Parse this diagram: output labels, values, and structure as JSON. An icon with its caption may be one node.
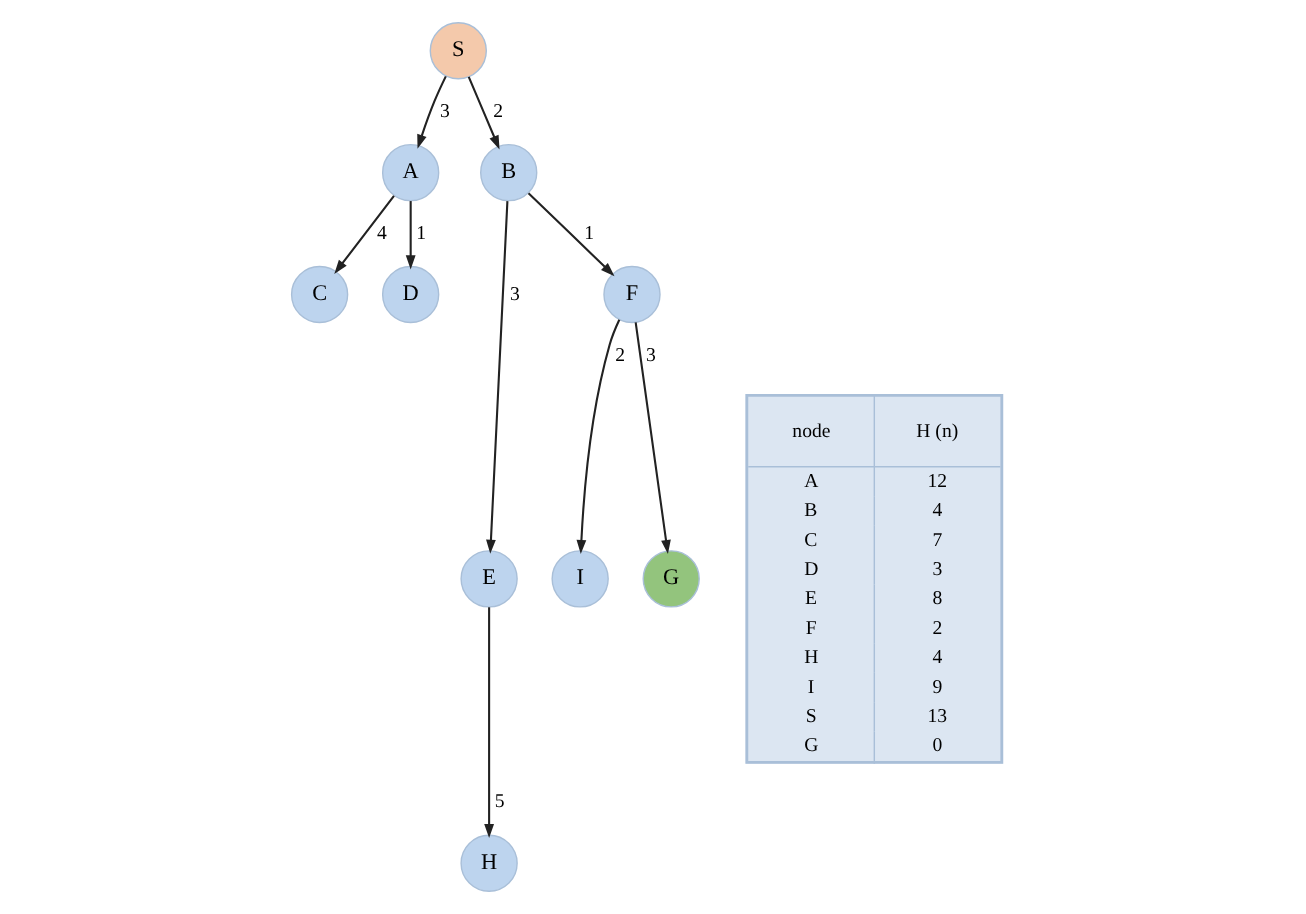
{
  "diagram": {
    "nodes": [
      {
        "text": [
          "S"
        ]
      },
      {
        "text": [
          "A"
        ]
      },
      {
        "text": [
          "B"
        ]
      },
      {
        "text": [
          "C"
        ]
      },
      {
        "text": [
          "D"
        ]
      },
      {
        "text": [
          "E"
        ]
      },
      {
        "text": [
          "F"
        ]
      },
      {
        "text": [
          "H"
        ]
      },
      {
        "text": [
          "I"
        ]
      },
      {
        "text": [
          "G"
        ]
      }
    ],
    "edges": [
      {
        "from": 0,
        "to": 1,
        "arrow": "to",
        "label": "3"
      },
      {
        "from": 0,
        "to": 2,
        "arrow": "to",
        "label": "2"
      },
      {
        "from": 1,
        "to": 3,
        "arrow": "to",
        "label": "4"
      },
      {
        "from": 1,
        "to": 4,
        "arrow": "to",
        "label": "1"
      },
      {
        "from": 2,
        "to": 5,
        "arrow": "to",
        "label": "3"
      },
      {
        "from": 2,
        "to": 6,
        "arrow": "to",
        "label": "1"
      },
      {
        "from": 5,
        "to": 7,
        "arrow": "to",
        "label": "5"
      },
      {
        "from": 6,
        "to": 8,
        "arrow": "to",
        "label": "2"
      },
      {
        "from": 6,
        "to": 9,
        "arrow": "to",
        "label": "3"
      }
    ],
    "labels": [
      "node",
      "H (n)",
      "A",
      "12",
      "B",
      "4",
      "C",
      "7",
      "D",
      "3",
      "E",
      "8",
      "F",
      "2",
      "H",
      "4",
      "I",
      "9",
      "S",
      "13",
      "G",
      "0"
    ]
  }
}
